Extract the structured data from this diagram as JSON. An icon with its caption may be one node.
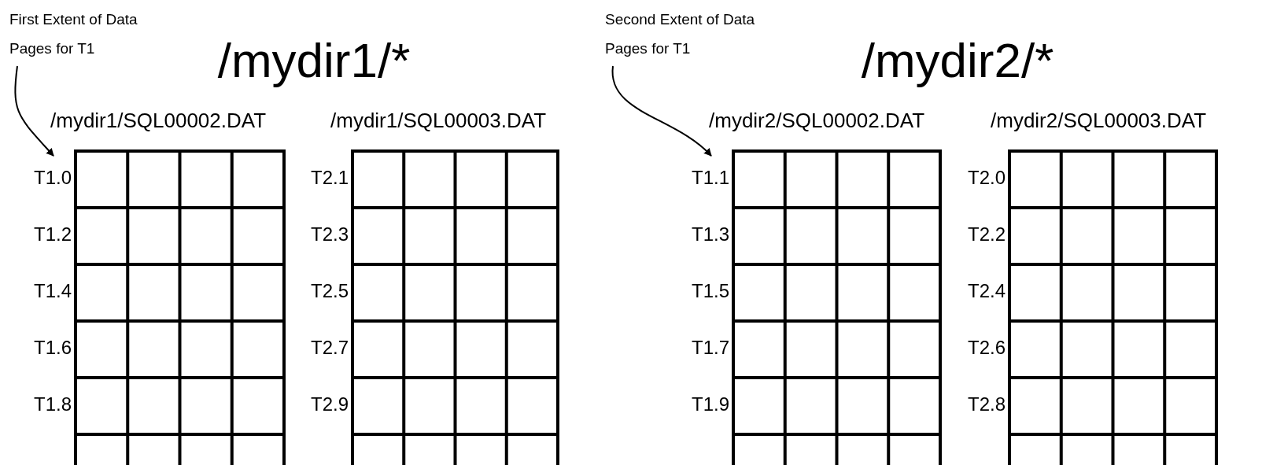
{
  "diagram": {
    "nodes": [
      {
        "text": [
          "First Extent of Data Pages for T1"
        ]
      },
      {
        "text": [
          "/mydir1/SQL00002.DAT",
          "T1.0",
          "T1.2",
          "T1.4",
          "T1.6",
          "T1.8"
        ]
      },
      {
        "text": [
          "/mydir1/SQL00003.DAT",
          "T2.1",
          "T2.3",
          "T2.5",
          "T2.7",
          "T2.9"
        ]
      },
      {
        "text": [
          "Second Extent of Data Pages for T1"
        ]
      },
      {
        "text": [
          "/mydir2/SQL00002.DAT",
          "T1.1",
          "T1.3",
          "T1.5",
          "T1.7",
          "T1.9"
        ]
      },
      {
        "text": [
          "/mydir2/SQL00003.DAT",
          "T2.0",
          "T2.2",
          "T2.4",
          "T2.6",
          "T2.8"
        ]
      }
    ],
    "edges": [
      {
        "from": 0,
        "to": 1,
        "arrow": "to"
      },
      {
        "from": 3,
        "to": 4,
        "arrow": "to"
      }
    ],
    "labels": [
      "/mydir1/*",
      "/mydir2/*"
    ]
  }
}
